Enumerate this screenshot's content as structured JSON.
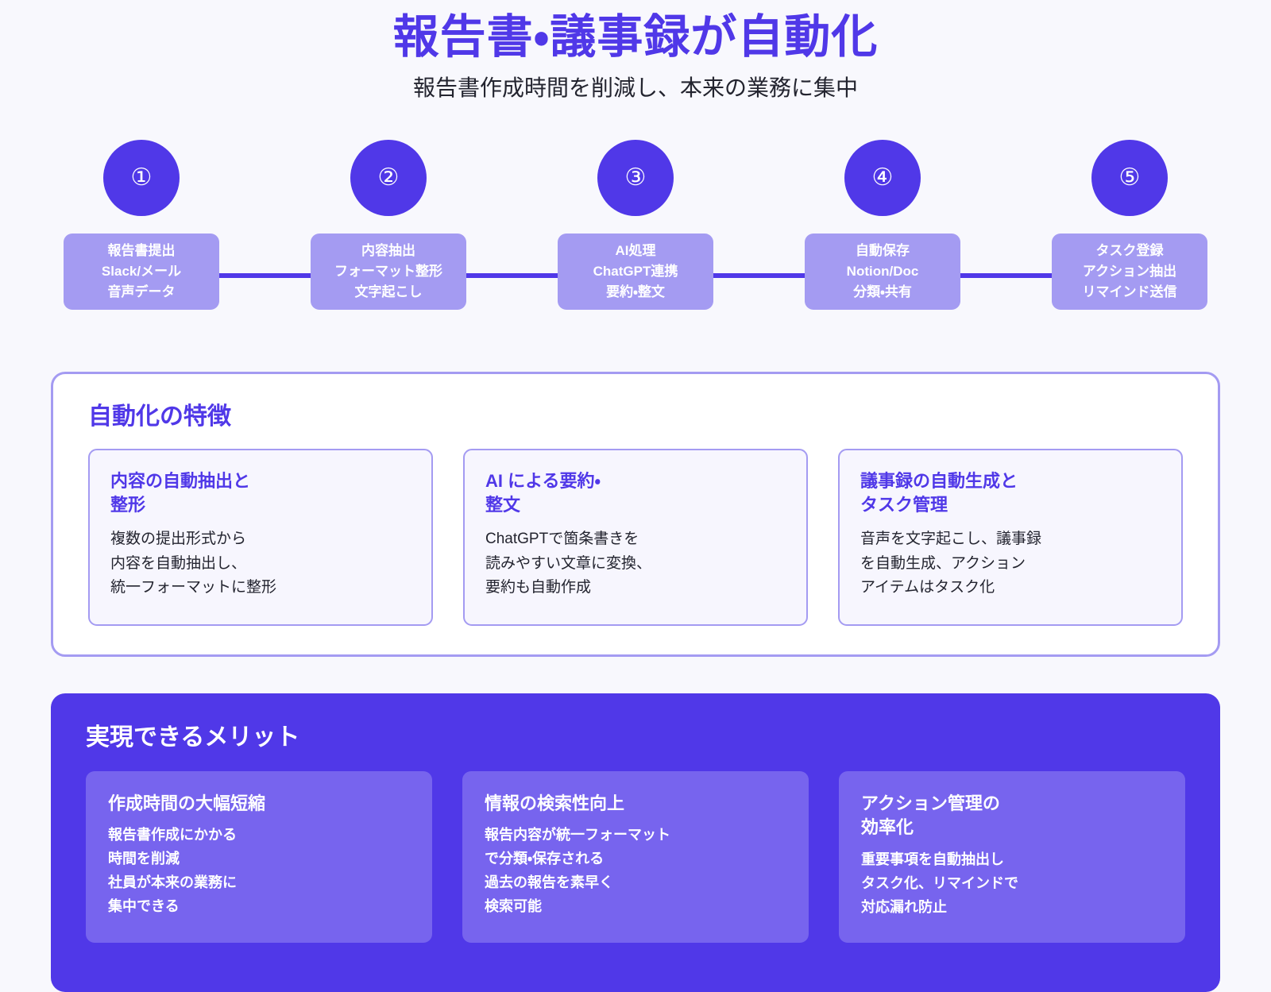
{
  "header": {
    "title": "報告書・議事録が自動化",
    "subtitle": "報告書作成時間を削減し、本来の業務に集中",
    "title_color": "#5038e8"
  },
  "flow": {
    "line_color": "#5038e8",
    "circle_color": "#5038e8",
    "card_color": "#a49bf2",
    "steps": [
      {
        "badge": "①",
        "title": "報告書提出",
        "line2": "Slack/メール",
        "line3": "音声データ"
      },
      {
        "badge": "②",
        "title": "内容抽出",
        "line2": "フォーマット整形",
        "line3": "文字起こし"
      },
      {
        "badge": "③",
        "title": "AI処理",
        "line2": "ChatGPT連携",
        "line3": "要約・整文"
      },
      {
        "badge": "④",
        "title": "自動保存",
        "line2": "Notion/Doc",
        "line3": "分類・共有"
      },
      {
        "badge": "⑤",
        "title": "タスク登録",
        "line2": "アクション抽出",
        "line3": "リマインド送信"
      }
    ]
  },
  "features": {
    "title": "自動化の特徴",
    "panel_background": "#ffffff",
    "panel_border": "#a49bf2",
    "cards": [
      {
        "title": "内容の自動抽出と\n整形",
        "body": "複数の提出形式から\n内容を自動抽出し、\n統一フォーマットに整形"
      },
      {
        "title": "AI による要約・\n整文",
        "body": "ChatGPTで箇条書きを\n読みやすい文章に変換、\n要約も自動作成"
      },
      {
        "title": "議事録の自動生成と\nタスク管理",
        "body": "音声を文字起こし、議事録\nを自動生成、アクション\nアイテムはタスク化"
      }
    ]
  },
  "benefits": {
    "title": "実現できるメリット",
    "panel_background": "#5038e8",
    "card_background": "#7764ee",
    "cards": [
      {
        "title": "作成時間の大幅短縮",
        "body": "報告書作成にかかる\n時間を削減\n社員が本来の業務に\n集中できる"
      },
      {
        "title": "情報の検索性向上",
        "body": "報告内容が統一フォーマット\nで分類・保存される\n過去の報告を素早く\n検索可能"
      },
      {
        "title": "アクション管理の\n効率化",
        "body": "重要事項を自動抽出し\nタスク化、リマインドで\n対応漏れ防止"
      }
    ]
  }
}
